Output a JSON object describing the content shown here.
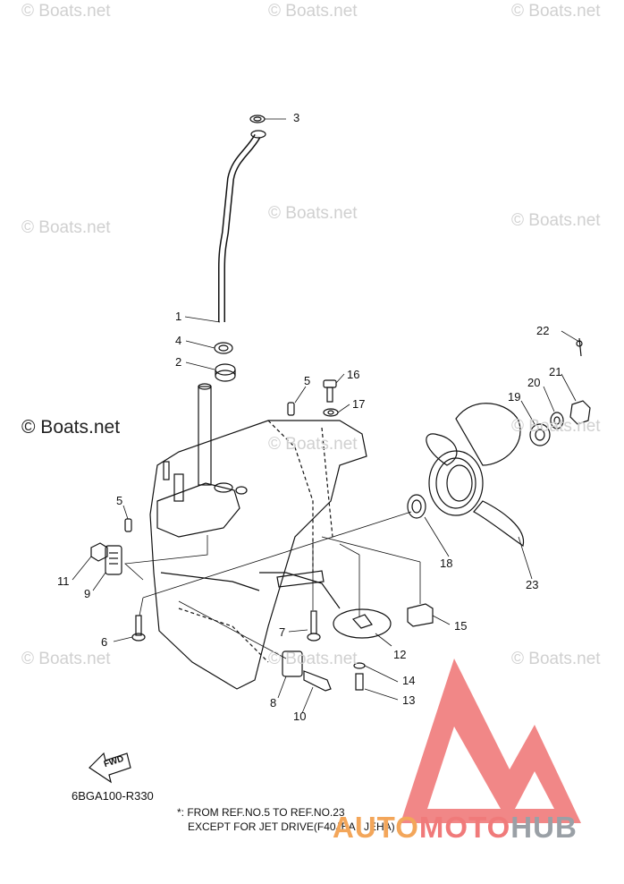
{
  "watermark": {
    "text": "© Boats.net"
  },
  "callouts": [
    {
      "id": "1",
      "label": "1"
    },
    {
      "id": "2",
      "label": "2"
    },
    {
      "id": "3",
      "label": "3"
    },
    {
      "id": "4",
      "label": "4"
    },
    {
      "id": "5a",
      "label": "5"
    },
    {
      "id": "5b",
      "label": "5"
    },
    {
      "id": "6",
      "label": "6"
    },
    {
      "id": "7",
      "label": "7"
    },
    {
      "id": "8",
      "label": "8"
    },
    {
      "id": "9",
      "label": "9"
    },
    {
      "id": "10",
      "label": "10"
    },
    {
      "id": "11",
      "label": "11"
    },
    {
      "id": "12",
      "label": "12"
    },
    {
      "id": "13",
      "label": "13"
    },
    {
      "id": "14",
      "label": "14"
    },
    {
      "id": "15",
      "label": "15"
    },
    {
      "id": "16",
      "label": "16"
    },
    {
      "id": "17",
      "label": "17"
    },
    {
      "id": "18",
      "label": "18"
    },
    {
      "id": "19",
      "label": "19"
    },
    {
      "id": "20",
      "label": "20"
    },
    {
      "id": "21",
      "label": "21"
    },
    {
      "id": "22",
      "label": "22"
    },
    {
      "id": "23",
      "label": "23"
    }
  ],
  "fwd_label": "FWD",
  "diagram_code": "6BGA100-R330",
  "note": {
    "line1": "*: FROM REF.NO.5 TO REF.NO.23",
    "line2": "EXCEPT FOR JET DRIVE(F40JEA / JEHA)"
  },
  "brand": {
    "part1": "AUTO",
    "part2": "MOTO",
    "part3": "HUB"
  },
  "colors": {
    "logo_red": "#f07a7a",
    "logo_orange": "#f3a65a",
    "logo_gray": "#9aa0a6",
    "watermark": "#d0d0d0"
  }
}
